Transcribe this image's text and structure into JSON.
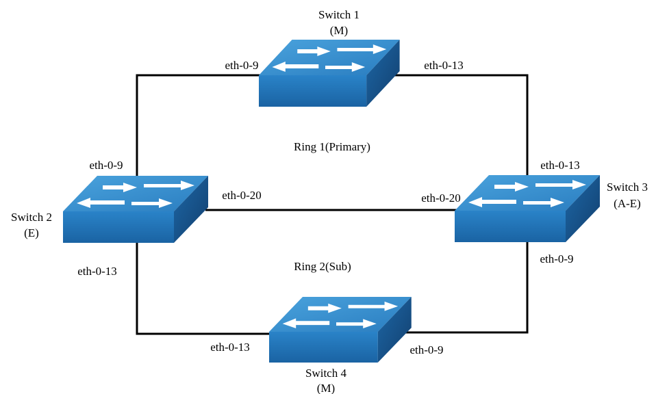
{
  "switches": {
    "sw1": {
      "name": "Switch 1",
      "role": "(M)"
    },
    "sw2": {
      "name": "Switch 2",
      "role": "(E)"
    },
    "sw3": {
      "name": "Switch 3",
      "role": "(A-E)"
    },
    "sw4": {
      "name": "Switch 4",
      "role": "(M)"
    }
  },
  "rings": {
    "ring1": "Ring  1(Primary)",
    "ring2": "Ring  2(Sub)"
  },
  "ports": {
    "sw1_left": "eth-0-9",
    "sw1_right": "eth-0-13",
    "sw2_top": "eth-0-9",
    "sw2_right": "eth-0-20",
    "sw2_bottom": "eth-0-13",
    "sw3_top": "eth-0-13",
    "sw3_left": "eth-0-20",
    "sw3_bottom": "eth-0-9",
    "sw4_left": "eth-0-13",
    "sw4_right": "eth-0-9"
  },
  "colors": {
    "switch_top": "#3a92cf",
    "switch_front": "#1f6fb3",
    "switch_side": "#164f85",
    "link": "#000000"
  }
}
